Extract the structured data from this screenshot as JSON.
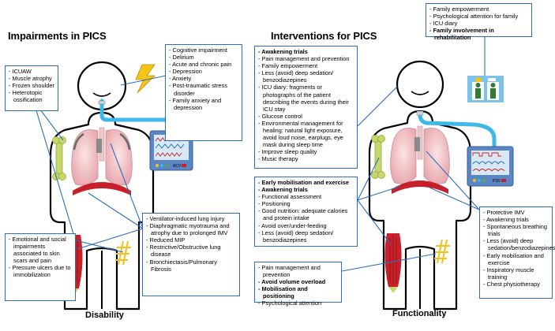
{
  "titles": {
    "left": "Impairments in PICS",
    "right": "Interventions for PICS"
  },
  "captions": {
    "left": "Disability",
    "right": "Functionality"
  },
  "monitor_labels": {
    "left": "ACV",
    "right": "PSV"
  },
  "left_boxes": {
    "musculoskeletal": [
      "ICUAW",
      "Muscle atrophy",
      "Frozen shoulder",
      "Heterotopic ossification"
    ],
    "cognitive": [
      "Cognitive impairment",
      "Delirium",
      "Acute and chronic pain",
      "Depression",
      "Anxiety",
      "Post-traumatic stress disorder",
      "Family anxiety and depression"
    ],
    "respiratory": [
      {
        "text": "Ventilator-induced lung injury",
        "bold": false
      },
      {
        "text": "Diaphragmatic myotrauma and atrophy due to prolonged IMV",
        "bold": false
      },
      {
        "text": "Reduced MIP",
        "bold": false
      },
      {
        "text": "Restrictive/Obstructive lung disease",
        "bold": false
      },
      {
        "text": "Bronchiectasis/Pulmonary Fibrosis",
        "bold": false
      }
    ],
    "skin": [
      "Emotional and social impairments associated to skin scars and pain",
      "Pressure ulcers due to immobilization"
    ]
  },
  "right_boxes": {
    "family": [
      {
        "text": "Family empowerment",
        "bold": false
      },
      {
        "text": "Psychological attention for family",
        "bold": false
      },
      {
        "text": "ICU diary",
        "bold": false
      },
      {
        "text": "Family involvement in rehabilitation",
        "bold": true
      }
    ],
    "brain": [
      {
        "text": "Awakening trials",
        "bold": true
      },
      {
        "text": "Pain management and prevention",
        "bold": false
      },
      {
        "text": "Family empowerment",
        "bold": false
      },
      {
        "text": "Less (avoid) deep sedation/ benzodiazepines",
        "bold": false
      },
      {
        "text": "ICU diary: fragments or photographs of the patient describing the events during their ICU stay",
        "bold": false
      },
      {
        "text": "Glucose control",
        "bold": false
      },
      {
        "text": "Environmental management for healing: natural light exposure, avoid loud noise, earplugs, eye mask during sleep time",
        "bold": false
      },
      {
        "text": "Improve sleep quality",
        "bold": false
      },
      {
        "text": "Music therapy",
        "bold": false
      }
    ],
    "mobility": [
      {
        "text": "Early mobilisation and exercise",
        "bold": true
      },
      {
        "text": "Awakening trials",
        "bold": true
      },
      {
        "text": "Functional assessment",
        "bold": false
      },
      {
        "text": "Positioning",
        "bold": false
      },
      {
        "text": "Good nutrition: adequate calories and protein intake",
        "bold": false
      },
      {
        "text": "Avoid over/under-feeding",
        "bold": false
      },
      {
        "text": "Less (avoid) deep sedation/ benzodiazepines",
        "bold": false
      }
    ],
    "skin": [
      {
        "text": "Pain management and prevention",
        "bold": false
      },
      {
        "text": "Avoid volume overload",
        "bold": true
      },
      {
        "text": "Mobilisation and positioning",
        "bold": true
      },
      {
        "text": "Psychological attention",
        "bold": false
      }
    ],
    "respiratory": [
      {
        "text": "Protective IMV",
        "bold": false
      },
      {
        "text": "Awakening trials",
        "bold": false
      },
      {
        "text": "Spontaneous breathing trials",
        "bold": false
      },
      {
        "text": "Less (avoid) deep sedation/benzodiazepines",
        "bold": false
      },
      {
        "text": "Early mobilisation and exercise",
        "bold": false
      },
      {
        "text": "Inspiratory muscle training",
        "bold": false
      },
      {
        "text": "Chest physiotherapy",
        "bold": false
      }
    ]
  },
  "colors": {
    "box_border": "#2e6fb7",
    "connector": "#2e6fb7",
    "tube": "#3db8e8",
    "lung": "#f3c9cc",
    "muscle": "#c8202a",
    "bone": "#c6d86a",
    "scar": "#f2c31a",
    "monitor_bezel": "#5b86c4",
    "monitor_screen": "#d9e8f5"
  }
}
